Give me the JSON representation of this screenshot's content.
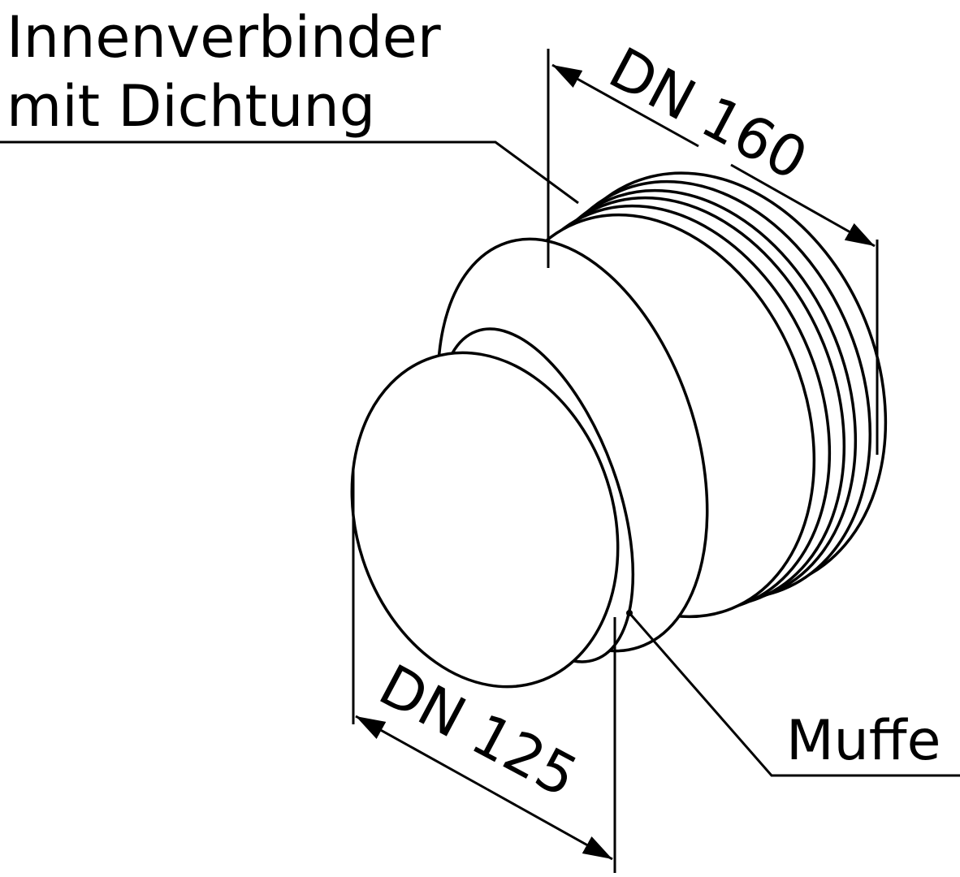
{
  "labels": {
    "connector_line1": "Innenverbinder",
    "connector_line2": "mit Dichtung",
    "dim_large": "DN 160",
    "dim_small": "DN 125",
    "socket": "Muffe"
  }
}
